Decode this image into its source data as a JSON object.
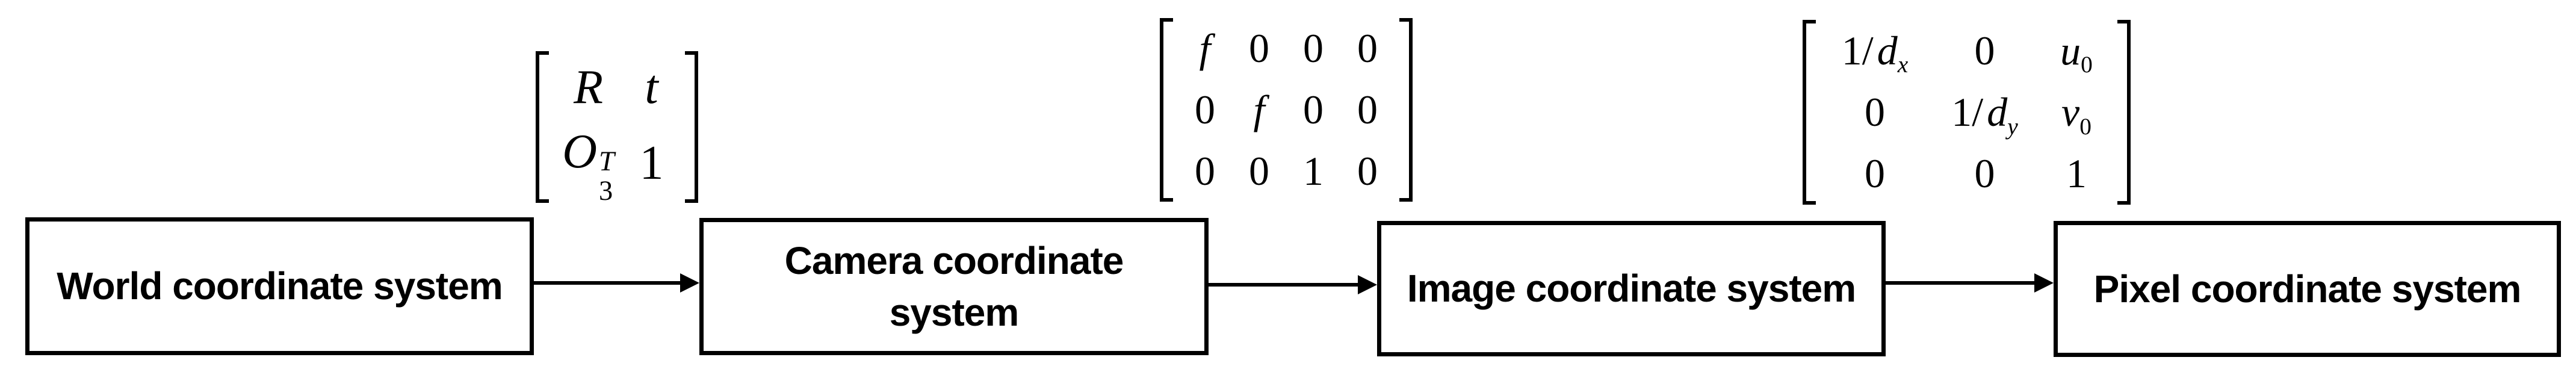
{
  "diagram": {
    "colors": {
      "ink": "#000000",
      "background": "#ffffff"
    },
    "boxes": [
      {
        "id": "world",
        "lines": [
          "World coordinate system"
        ]
      },
      {
        "id": "camera",
        "lines": [
          "Camera coordinate",
          "system"
        ]
      },
      {
        "id": "image",
        "lines": [
          "Image coordinate system"
        ]
      },
      {
        "id": "pixel",
        "lines": [
          "Pixel coordinate system"
        ]
      }
    ],
    "matrices": {
      "extrinsic": {
        "cells": {
          "r": "R",
          "t": "t",
          "o_base": "O",
          "o_sup": "T",
          "o_sub": "3",
          "one": "1"
        }
      },
      "projection": {
        "rows": [
          [
            "f",
            "0",
            "0",
            "0"
          ],
          [
            "0",
            "f",
            "0",
            "0"
          ],
          [
            "0",
            "0",
            "1",
            "0"
          ]
        ]
      },
      "pixel": {
        "cells": {
          "c11_pre": "1/",
          "c11_base": "d",
          "c11_sub": "x",
          "c12": "0",
          "c13_base": "u",
          "c13_sub": "0",
          "c21": "0",
          "c22_pre": "1/",
          "c22_base": "d",
          "c22_sub": "y",
          "c23_base": "v",
          "c23_sub": "0",
          "c31": "0",
          "c32": "0",
          "c33": "1"
        }
      }
    }
  }
}
